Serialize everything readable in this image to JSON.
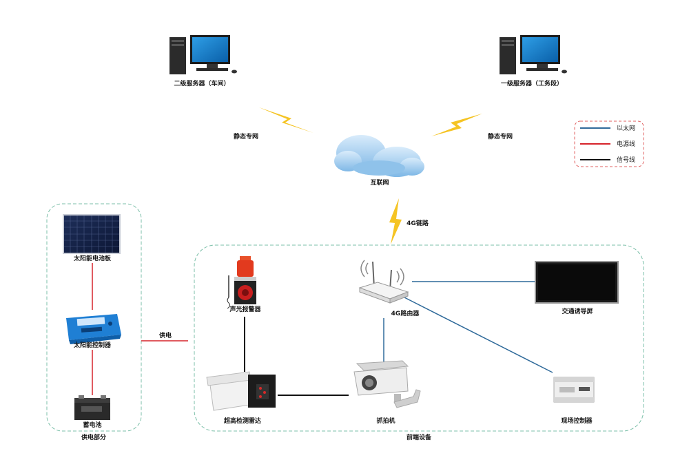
{
  "colors": {
    "ethernet": "#2f6a9a",
    "power": "#d6232a",
    "signal": "#111111",
    "region_border": "#7bbfa8",
    "legend_border": "#e06060",
    "bolt": "#f5c424",
    "cloud": "#6fb4e6"
  },
  "legend": {
    "ethernet": "以太网",
    "power": "电源线",
    "signal": "信号线"
  },
  "nodes": {
    "server_secondary": "二级服务器（车间）",
    "server_primary": "一级服务器（工务段）",
    "internet": "互联网",
    "solar_panel": "太阳能电池板",
    "solar_controller": "太阳能控制器",
    "battery": "蓄电池",
    "alarm": "声光报警器",
    "router": "4G路由器",
    "guide_screen": "交通诱导屏",
    "radar": "超高检测雷达",
    "camera": "抓拍机",
    "field_controller": "现场控制器"
  },
  "links": {
    "static_left": "静态专网",
    "static_right": "静态专网",
    "link_4g": "4G链路",
    "power_supply": "供电"
  },
  "regions": {
    "power_section": "供电部分",
    "front_devices": "前端设备"
  }
}
